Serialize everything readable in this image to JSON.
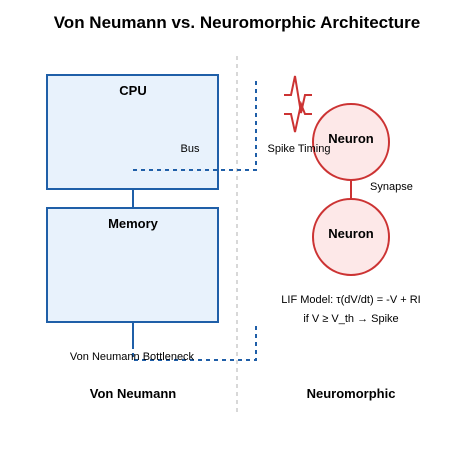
{
  "title": "Von Neumann vs. Neuromorphic Architecture",
  "von_neumann": {
    "cpu_label": "CPU",
    "memory_label": "Memory",
    "bus_label": "Bus",
    "bottleneck_label": "Von Neumann Bottleneck",
    "section_label": "Von Neumann"
  },
  "neuromorphic": {
    "neuron_top_label": "Neuron",
    "neuron_bottom_label": "Neuron",
    "synapse_label": "Synapse",
    "spike_timing_label": "Spike Timing",
    "lif_model_label": "LIF Model: τ(dV/dt) = -V + RI",
    "threshold_rule_label": "if V ≥ V_th → Spike",
    "section_label": "Neuromorphic"
  },
  "colors": {
    "box_fill": "#e8f2fc",
    "box_stroke": "#1f5fa8",
    "neuron_fill": "#fde8e8",
    "neuron_stroke": "#cc3333",
    "divider": "#cccccc",
    "text": "#000000"
  }
}
